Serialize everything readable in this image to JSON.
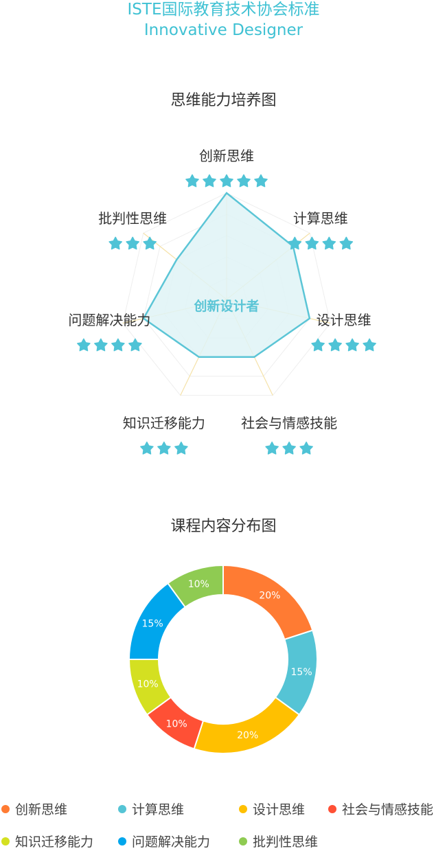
{
  "header": {
    "line1": "ISTE国际教育技术协会标准",
    "line2": "Innovative Designer"
  },
  "radar": {
    "title": "思维能力培养图",
    "center_label": "创新设计者",
    "colors": {
      "accent": "#5bc5d6",
      "star": "#4fc3d6",
      "grid": "#eeeeee",
      "axis": "#f5e2a8",
      "fill": "#dff3f6"
    }
  },
  "donut": {
    "title": "课程内容分布图"
  },
  "chart_data": [
    {
      "type": "radar",
      "title": "思维能力培养图",
      "center_label": "创新设计者",
      "max": 5,
      "axes": [
        "创新思维",
        "计算思维",
        "设计思维",
        "社会与情感技能",
        "知识迁移能力",
        "问题解决能力",
        "批判性思维"
      ],
      "values": [
        5,
        4,
        4,
        3,
        3,
        4,
        3
      ]
    },
    {
      "type": "pie",
      "title": "课程内容分布图",
      "donut": true,
      "categories": [
        "创新思维",
        "计算思维",
        "设计思维",
        "社会与情感技能",
        "知识迁移能力",
        "问题解决能力",
        "批判性思维"
      ],
      "values": [
        20,
        15,
        20,
        10,
        10,
        15,
        10
      ],
      "labels": [
        "20%",
        "15%",
        "20%",
        "10%",
        "10%",
        "15%",
        "10%"
      ],
      "colors": [
        "#ff7b33",
        "#55c4d5",
        "#ffc000",
        "#ff5035",
        "#d4e021",
        "#00a6ec",
        "#8fcb52"
      ]
    }
  ]
}
